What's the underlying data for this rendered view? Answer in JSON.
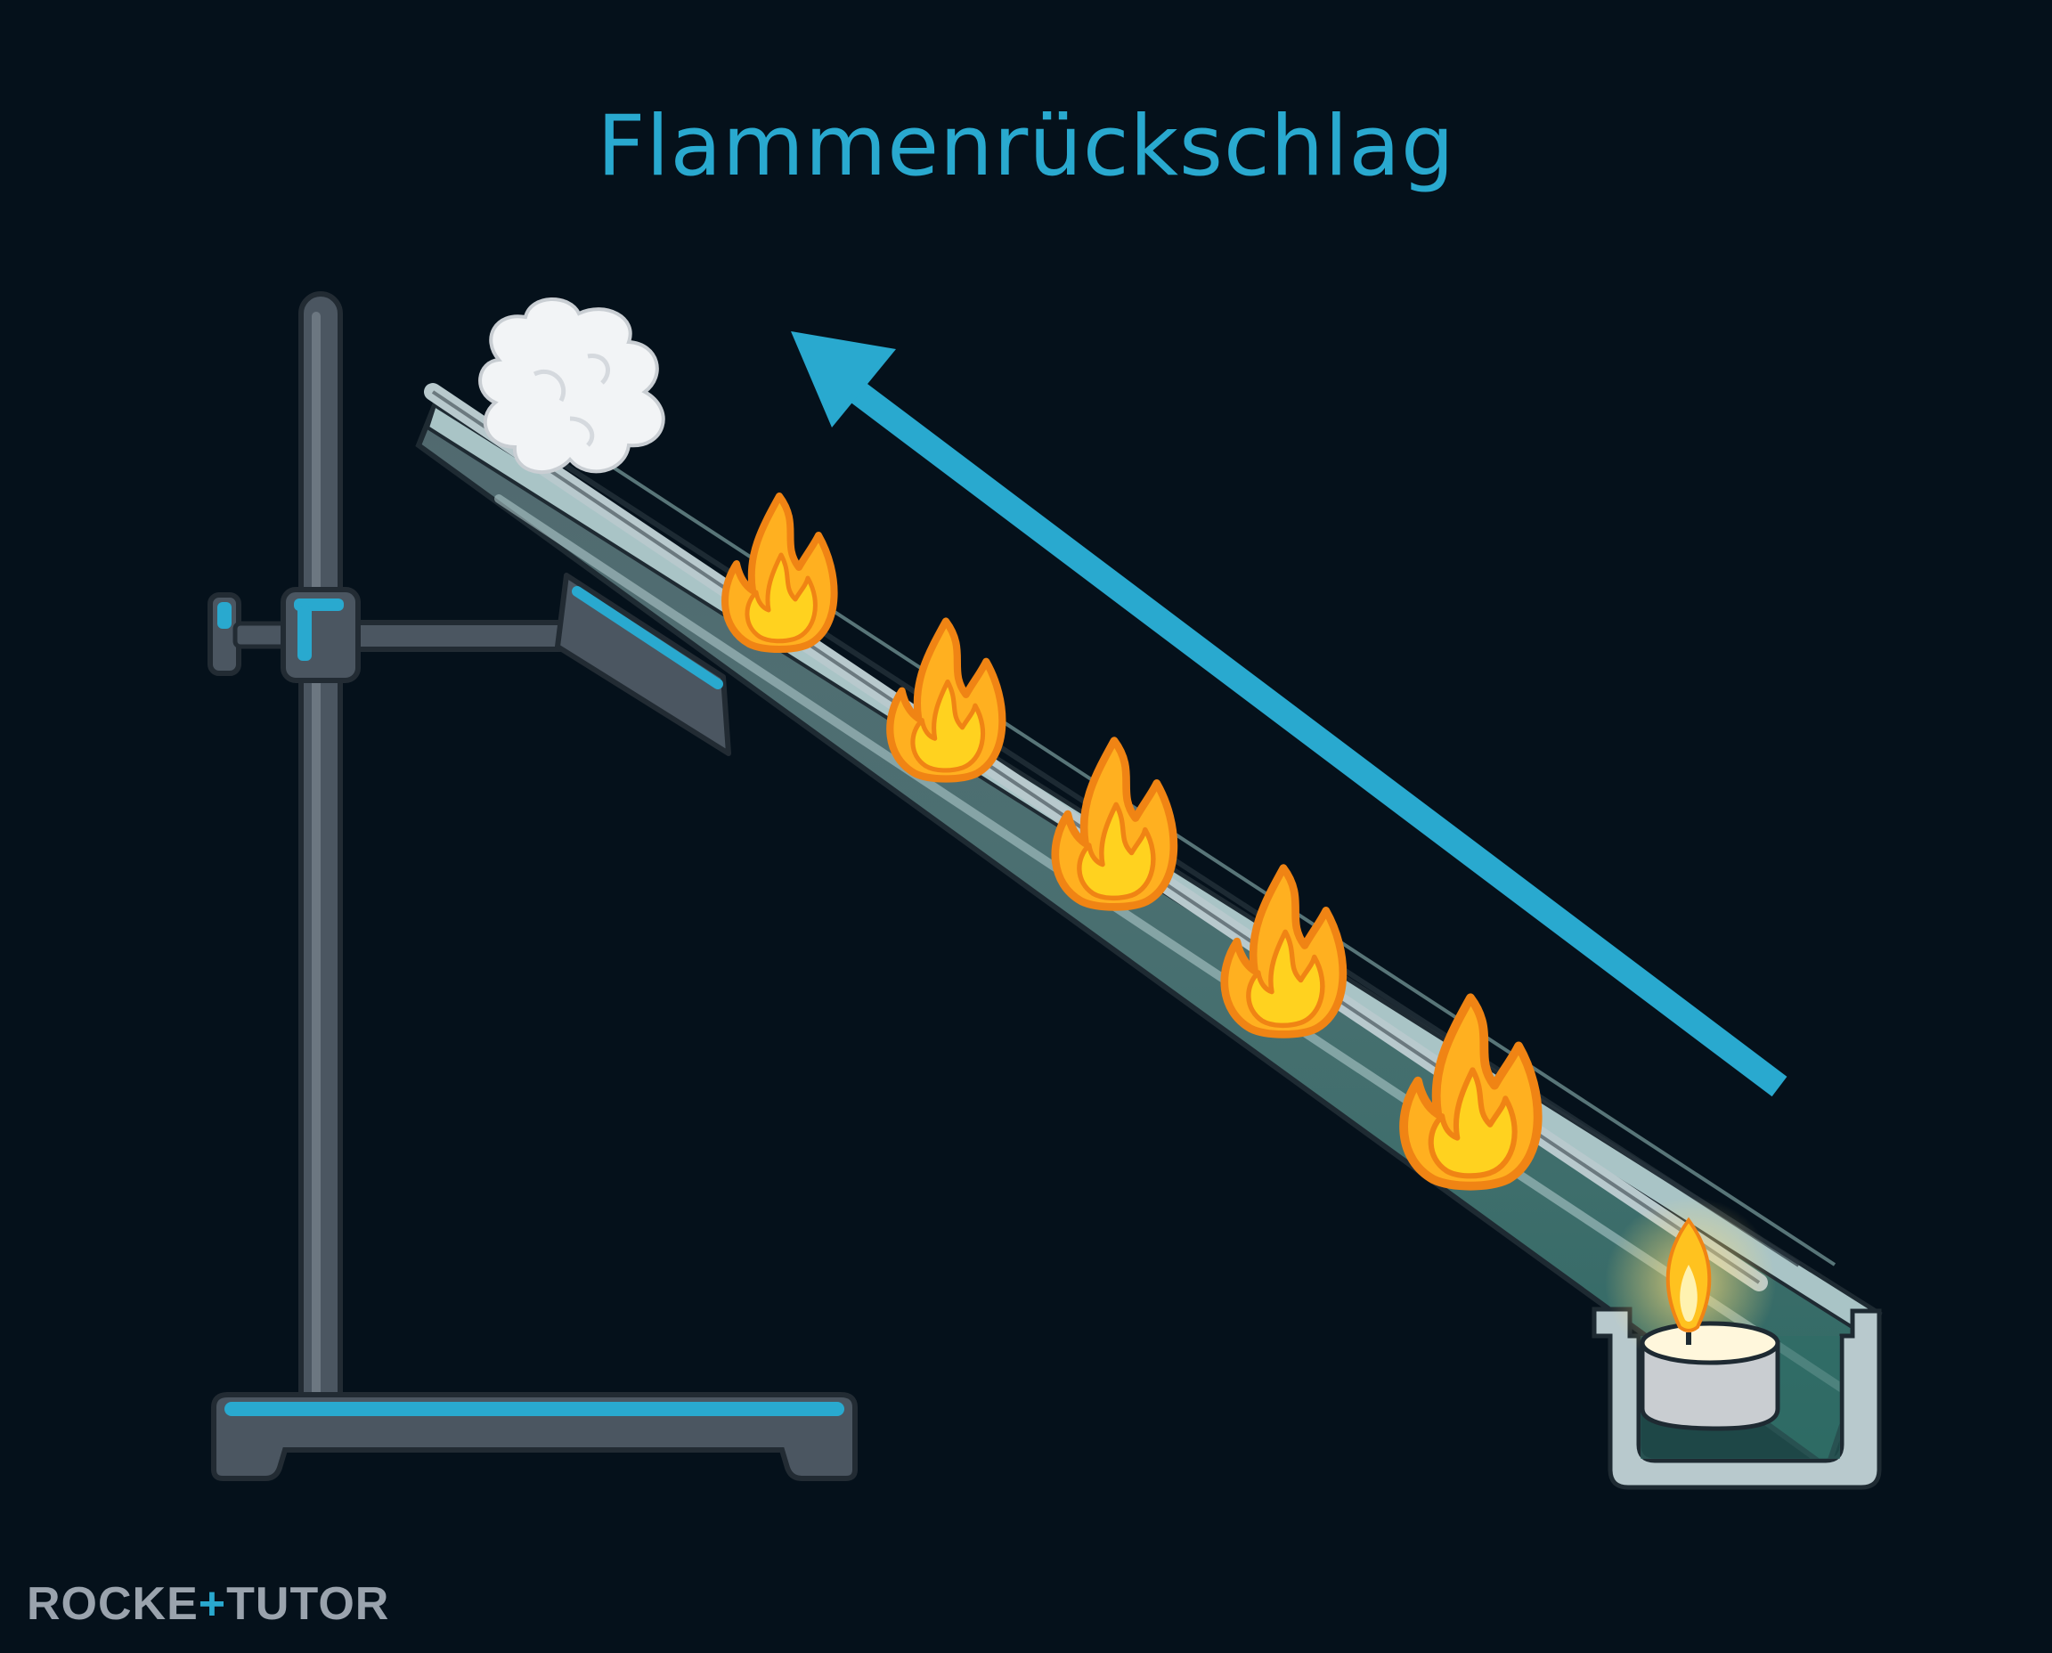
{
  "title": "Flammenrückschlag",
  "logo": {
    "text": "ROCKET TUTOR",
    "part1": "ROCKE",
    "plus": "+",
    "part2": "TUTOR"
  },
  "colors": {
    "background": "#05111b",
    "accent": "#29a9cf",
    "stand": "#4a5560",
    "trough": "#3f7f76",
    "flame_outer": "#ff9a1f",
    "flame_inner": "#ffd21f",
    "cotton": "#f2f4f6",
    "candle": "#d5d9dd"
  },
  "icons": [
    "arrow-up-left-icon",
    "flame-icon",
    "cotton-ball-icon",
    "tea-light-candle-icon",
    "lab-stand-icon"
  ]
}
